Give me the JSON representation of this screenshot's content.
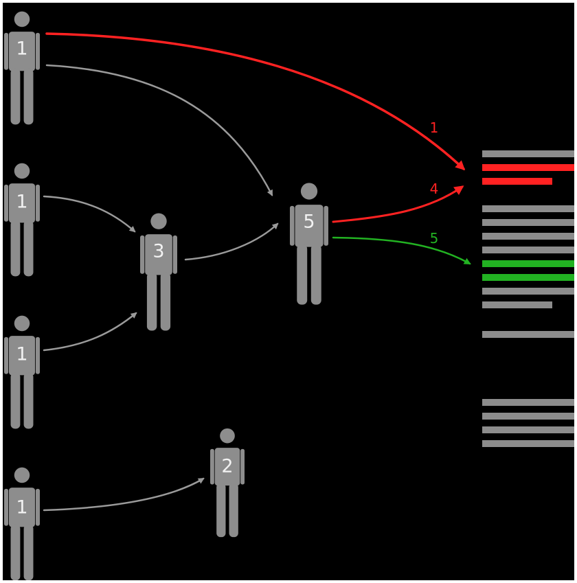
{
  "colors": {
    "background": "#000000",
    "person": "#8d8d8d",
    "neutral_edge": "#9a9a9a",
    "red": "#ff2222",
    "green": "#22b222",
    "neutral_bar": "#8c8c8c"
  },
  "people": [
    {
      "id": "p1a",
      "label": "1"
    },
    {
      "id": "p1b",
      "label": "1"
    },
    {
      "id": "p1c",
      "label": "1"
    },
    {
      "id": "p1d",
      "label": "1"
    },
    {
      "id": "p3",
      "label": "3"
    },
    {
      "id": "p5",
      "label": "5"
    },
    {
      "id": "p2",
      "label": "2"
    }
  ],
  "edges": [
    {
      "id": "e-1a-list",
      "color": "red",
      "label": "1"
    },
    {
      "id": "e-1a-5",
      "color": "neutral",
      "label": ""
    },
    {
      "id": "e-1b-3",
      "color": "neutral",
      "label": ""
    },
    {
      "id": "e-1c-3",
      "color": "neutral",
      "label": ""
    },
    {
      "id": "e-3-5",
      "color": "neutral",
      "label": ""
    },
    {
      "id": "e-5-red",
      "color": "red",
      "label": "4"
    },
    {
      "id": "e-5-green",
      "color": "green",
      "label": "5"
    },
    {
      "id": "e-1d-2",
      "color": "neutral",
      "label": ""
    }
  ],
  "ranking_bars": [
    "neutral",
    "red",
    "red",
    "neutral",
    "neutral",
    "neutral",
    "neutral",
    "green",
    "green",
    "neutral",
    "neutral",
    "neutral",
    "neutral",
    "neutral",
    "neutral",
    "neutral"
  ]
}
